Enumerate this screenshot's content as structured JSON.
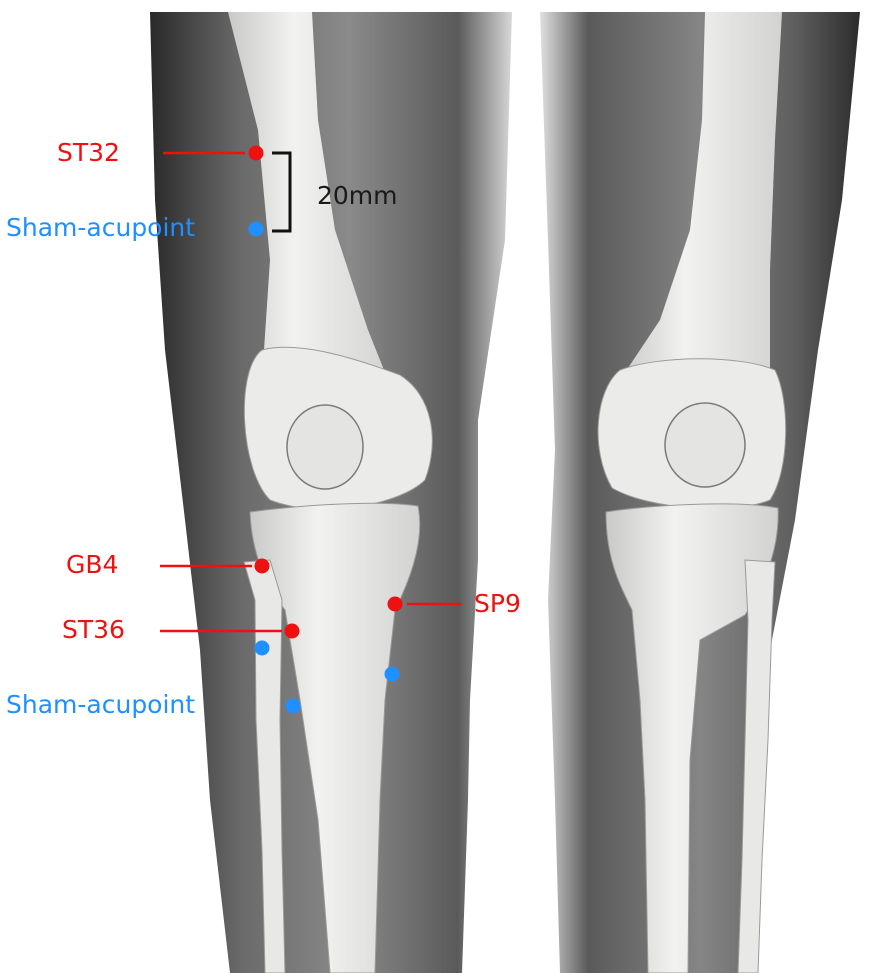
{
  "colors": {
    "acupoint": "#ee1111",
    "sham": "#1e90ff",
    "bracket": "#111111",
    "skin": "#6f6f6f",
    "bone": "#e6e6e4"
  },
  "labels": {
    "st32": "ST32",
    "sham_upper": "Sham-acupoint",
    "distance": "20mm",
    "gb4": "GB4",
    "sp9": "SP9",
    "st36": "ST36",
    "sham_lower": "Sham-acupoint"
  }
}
